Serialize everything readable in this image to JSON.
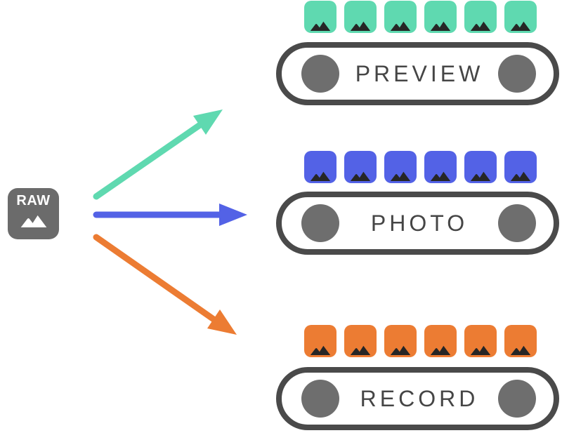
{
  "raw": {
    "label": "RAW",
    "icon": "image-icon"
  },
  "streams": [
    {
      "id": "preview",
      "label": "PREVIEW",
      "color": "#5FD9B0",
      "frame_count": 6,
      "frame_icon": "image-icon"
    },
    {
      "id": "photo",
      "label": "PHOTO",
      "color": "#5362E6",
      "frame_count": 6,
      "frame_icon": "image-icon"
    },
    {
      "id": "record",
      "label": "RECORD",
      "color": "#EC7C33",
      "frame_count": 6,
      "frame_icon": "image-icon"
    }
  ],
  "colors": {
    "preview": "#5FD9B0",
    "photo": "#5362E6",
    "record": "#EC7C33",
    "node_gray": "#6B6B6B",
    "capsule_border": "#4A4A4A",
    "circle_gray": "#6E6E6E",
    "label_gray": "#454545",
    "mountain_dark": "#262626",
    "background": "#FFFFFF"
  }
}
